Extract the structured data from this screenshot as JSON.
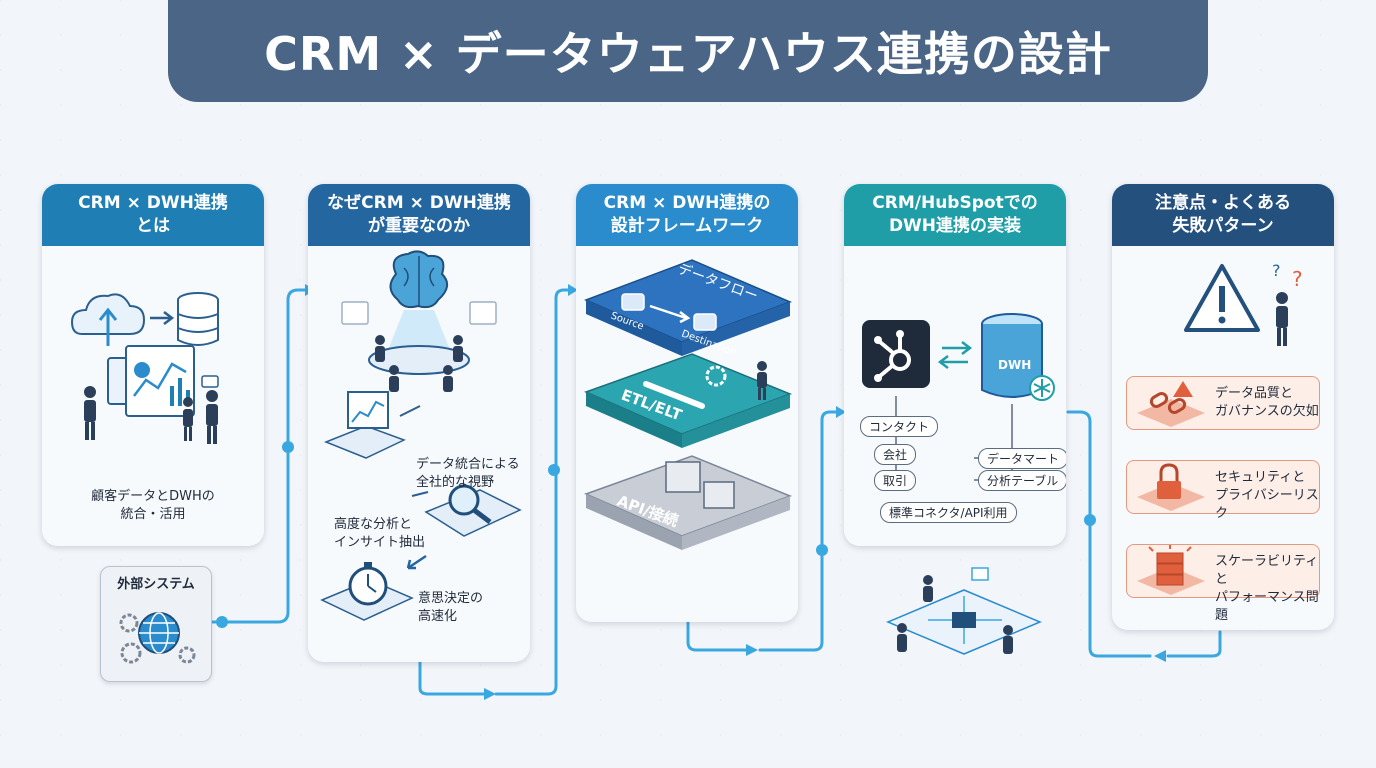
{
  "title": "CRM × データウェアハウス連携の設計",
  "colors": {
    "title_bg": "#4a6585",
    "panel1": "#1f7fb5",
    "panel2": "#2466a0",
    "panel3": "#2a8ccc",
    "panel4": "#1f9ea8",
    "panel5": "#24507e",
    "flow_line": "#3aa8e0",
    "warning": "#e0603e"
  },
  "panels": [
    {
      "title_line1": "CRM × DWH連携",
      "title_line2": "とは",
      "caption_line1": "顧客データとDWHの",
      "caption_line2": "統合・活用"
    },
    {
      "title_line1": "なぜCRM × DWH連携",
      "title_line2": "が重要なのか",
      "points": [
        {
          "line1": "データ統合による",
          "line2": "全社的な視野"
        },
        {
          "line1": "高度な分析と",
          "line2": "インサイト抽出"
        },
        {
          "line1": "意思決定の",
          "line2": "高速化"
        }
      ]
    },
    {
      "title_line1": "CRM × DWH連携の",
      "title_line2": "設計フレームワーク",
      "layers": {
        "top": "データフロー",
        "source": "Source",
        "destination": "Destination",
        "middle": "ETL/ELT",
        "bottom": "API/接続"
      }
    },
    {
      "title_line1": "CRM/HubSpotでの",
      "title_line2": "DWH連携の実装",
      "dwh_label": "DWH",
      "crm_objects": [
        "コンタクト",
        "会社",
        "取引"
      ],
      "dwh_outputs": [
        "データマート",
        "分析テーブル"
      ],
      "connector": "標準コネクタ/API利用"
    },
    {
      "title_line1": "注意点・よくある",
      "title_line2": "失敗パターン",
      "warnings": [
        {
          "line1": "データ品質と",
          "line2": "ガバナンスの欠如",
          "icon": "broken-chain-icon"
        },
        {
          "line1": "セキュリティと",
          "line2": "プライバシーリスク",
          "icon": "padlock-icon"
        },
        {
          "line1": "スケーラビリティと",
          "line2": "パフォーマンス問題",
          "icon": "server-alert-icon"
        }
      ]
    }
  ],
  "external": {
    "label": "外部システム"
  }
}
